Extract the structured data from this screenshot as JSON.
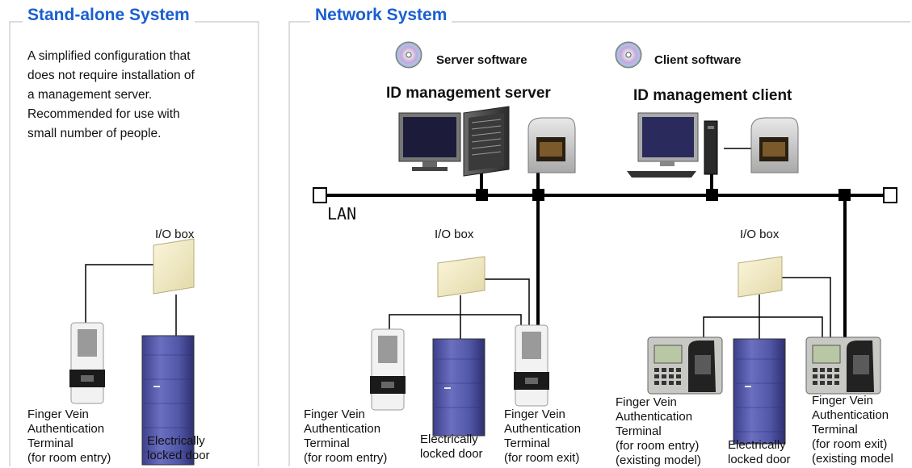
{
  "standalone": {
    "title": "Stand-alone System",
    "description": [
      "A simplified configuration that",
      "does not require installation of",
      "a management server.",
      "Recommended for use with",
      "small number of people."
    ],
    "io_box_label": "I/O box",
    "terminal_label": [
      "Finger Vein",
      "Authentication",
      "Terminal",
      "(for room entry)"
    ],
    "door_label": [
      "Electrically",
      "locked door"
    ]
  },
  "network": {
    "title": "Network System",
    "server_software_label": "Server software",
    "client_software_label": "Client software",
    "server_label": "ID management server",
    "client_label": "ID management client",
    "lan_label": "LAN",
    "io_box_label_left": "I/O box",
    "io_box_label_right": "I/O box",
    "entry_terminal_label": [
      "Finger Vein",
      "Authentication",
      "Terminal",
      "(for room entry)"
    ],
    "door_label_left": [
      "Electrically",
      "locked door"
    ],
    "exit_terminal_label": [
      "Finger Vein",
      "Authentication",
      "Terminal",
      "(for room exit)"
    ],
    "existing_entry_label": [
      "Finger Vein",
      "Authentication",
      "Terminal",
      "(for room entry)",
      "(existing model)"
    ],
    "door_label_right": [
      "Electrically",
      "locked door"
    ],
    "existing_exit_label": [
      "Finger Vein",
      "Authentication",
      "Terminal",
      "(for room exit)",
      "(existing model"
    ]
  }
}
